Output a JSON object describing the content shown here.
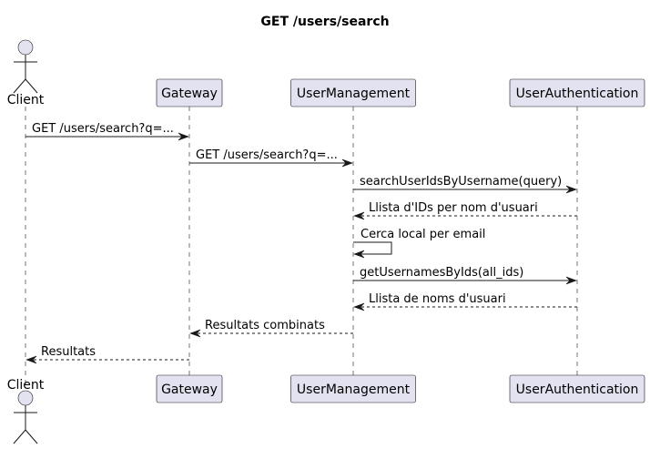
{
  "title": "GET /users/search",
  "colors": {
    "participant_fill": "#e2e2f0",
    "stroke": "#181818"
  },
  "participants": [
    {
      "id": "client",
      "label": "Client",
      "kind": "actor"
    },
    {
      "id": "gateway",
      "label": "Gateway",
      "kind": "box"
    },
    {
      "id": "usermgmt",
      "label": "UserManagement",
      "kind": "box"
    },
    {
      "id": "userauth",
      "label": "UserAuthentication",
      "kind": "box"
    }
  ],
  "messages": [
    {
      "from": "client",
      "to": "gateway",
      "label": "GET /users/search?q=...",
      "type": "sync"
    },
    {
      "from": "gateway",
      "to": "usermgmt",
      "label": "GET /users/search?q=...",
      "type": "sync"
    },
    {
      "from": "usermgmt",
      "to": "userauth",
      "label": "searchUserIdsByUsername(query)",
      "type": "sync"
    },
    {
      "from": "userauth",
      "to": "usermgmt",
      "label": "Llista d'IDs per nom d'usuari",
      "type": "return"
    },
    {
      "from": "usermgmt",
      "to": "usermgmt",
      "label": "Cerca local per email",
      "type": "self"
    },
    {
      "from": "usermgmt",
      "to": "userauth",
      "label": "getUsernamesByIds(all_ids)",
      "type": "sync"
    },
    {
      "from": "userauth",
      "to": "usermgmt",
      "label": "Llista de noms d'usuari",
      "type": "return"
    },
    {
      "from": "usermgmt",
      "to": "gateway",
      "label": "Resultats combinats",
      "type": "return"
    },
    {
      "from": "gateway",
      "to": "client",
      "label": "Resultats",
      "type": "return"
    }
  ]
}
